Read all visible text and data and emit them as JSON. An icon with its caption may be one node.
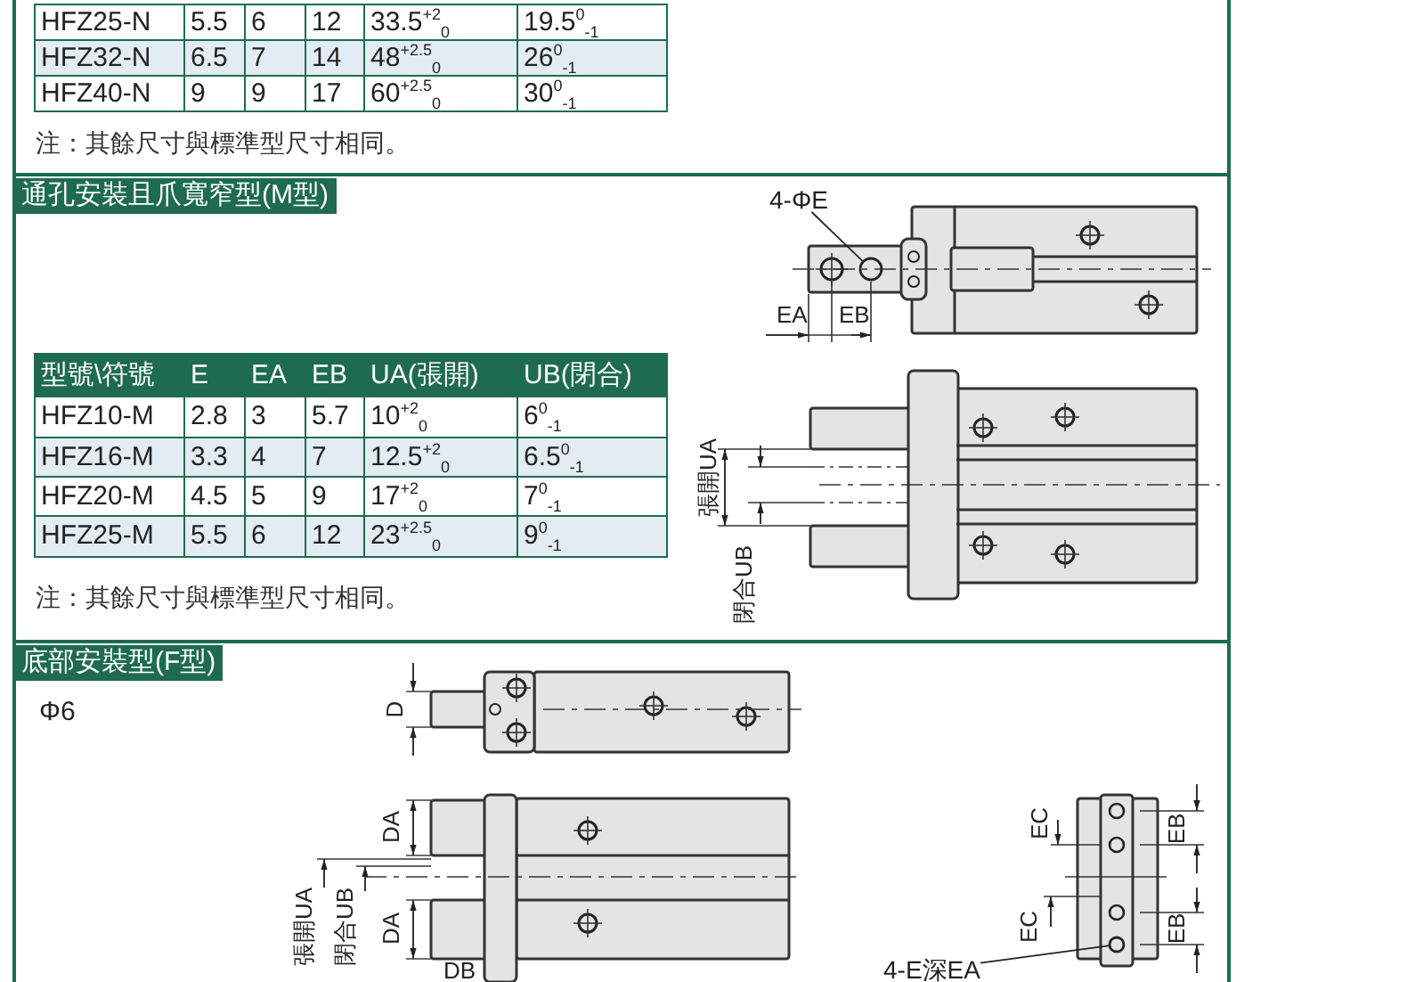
{
  "diagram": {
    "nodes": [
      {
        "text": [
          "通孔安裝且爪寬窄型(M型)"
        ]
      },
      {
        "text": [
          "4-ΦE"
        ]
      },
      {
        "text": [],
        "shape": "circle"
      },
      {
        "text": [
          "底部安裝型(F型)"
        ]
      },
      {
        "text": [
          "4-E深EA"
        ]
      },
      {
        "text": [],
        "shape": "circle"
      }
    ],
    "edges": [
      {
        "from": 1,
        "to": 2,
        "arrow": "none"
      },
      {
        "from": 4,
        "to": 5,
        "arrow": "none"
      }
    ],
    "labels": [
      "HFZ25-N",
      "5.5",
      "6",
      "12",
      "33.5$^{+2}$$_{0}$",
      "19.5$^{0}$$_{-1}$",
      "HFZ32-N",
      "6.5",
      "7",
      "14",
      "48$^{+2.5}$$_{0}$",
      "26$^{0}$$_{-1}$",
      "HFZ40-N",
      "9",
      "9",
      "17",
      "60$^{+2.5}$$_{0}$",
      "30$^{0}$$_{-1}$",
      "注：其餘尺寸與標準型尺寸相同。",
      "型號\\符號",
      "E",
      "EA",
      "EB",
      "UA(張開)",
      "UB(閉合)",
      "HFZ10-M",
      "2.8",
      "3",
      "5.7",
      "10$^{+2}$$_{0}$",
      "6$^{0}$$_{-1}$",
      "HFZ16-M",
      "3.3",
      "4",
      "7",
      "12.5$^{+2}$$_{0}$",
      "6.5$^{0}$$_{-1}$",
      "HFZ20-M",
      "4.5",
      "5",
      "9",
      "17$^{+2}$$_{0}$",
      "7$^{0}$$_{-1}$",
      "HFZ25-M",
      "5.5",
      "6",
      "12",
      "23$^{+2.5}$$_{0}$",
      "9$^{0}$$_{-1}$",
      "注：其餘尺寸與標準型尺寸相同。",
      "EA",
      "EB",
      "張開UA",
      "閉合UB",
      "Φ6",
      "D",
      "DA",
      "DA",
      "張開UA",
      "閉合UB",
      "EC",
      "EB",
      "EC",
      "EB",
      "DB"
    ]
  }
}
